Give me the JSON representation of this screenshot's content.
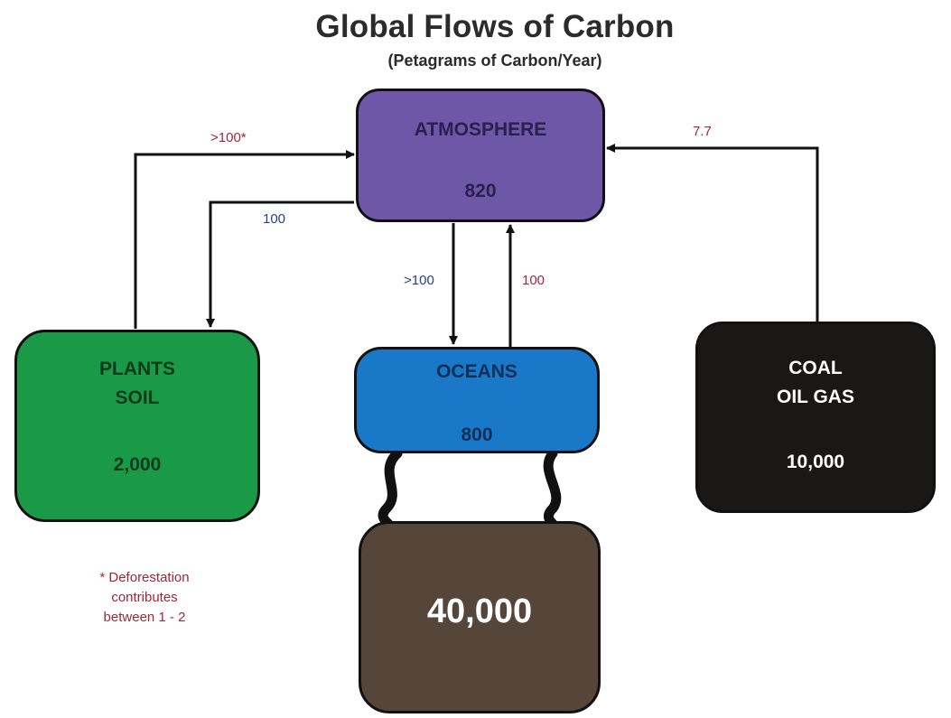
{
  "title": "Global Flows of Carbon",
  "subtitle": "(Petagrams of Carbon/Year)",
  "nodes": {
    "atmosphere": {
      "label": "ATMOSPHERE",
      "value": "820"
    },
    "plants_soil": {
      "label_line1": "PLANTS",
      "label_line2": "SOIL",
      "value": "2,000"
    },
    "oceans": {
      "label": "OCEANS",
      "value": "800"
    },
    "fossil": {
      "label_line1": "COAL",
      "label_line2": "OIL GAS",
      "value": "10,000"
    },
    "deep_ocean": {
      "value": "40,000"
    }
  },
  "flows": {
    "plants_to_atmosphere": ">100*",
    "atmosphere_to_plants": "100",
    "atmosphere_to_oceans": ">100",
    "oceans_to_atmosphere": "100",
    "fossil_to_atmosphere": "7.7"
  },
  "footnote": {
    "line1": "* Deforestation",
    "line2": "contributes",
    "line3": "between 1 - 2"
  },
  "colors": {
    "atmosphere": "#6f57a8",
    "plants_soil": "#1a9a47",
    "oceans": "#1a78c8",
    "fossil": "#1a1717",
    "deep_ocean": "#564539",
    "emission_label": "#a0283a",
    "uptake_label": "#2b3e86"
  }
}
